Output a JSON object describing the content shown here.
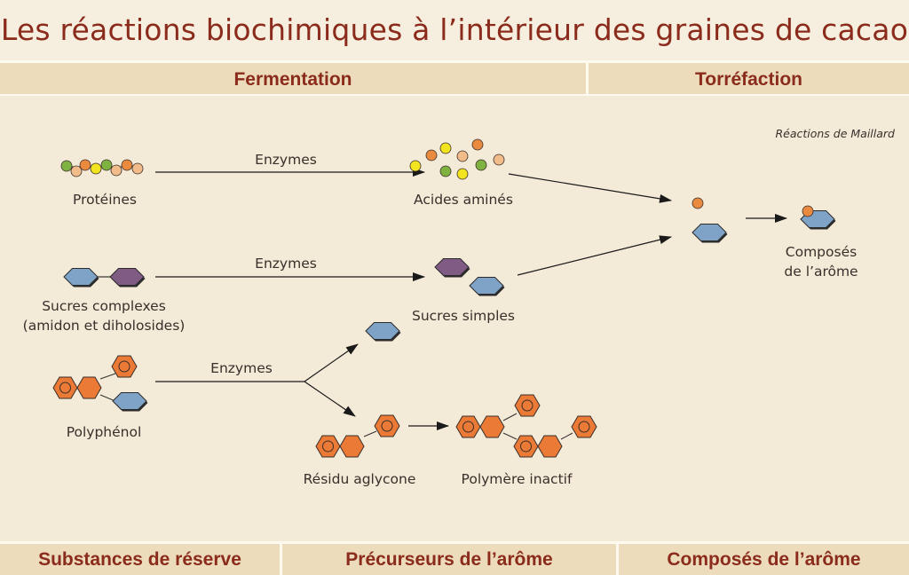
{
  "title": "Les réactions biochimiques à l’intérieur des graines de cacao",
  "header": {
    "fermentation": "Fermentation",
    "torrefaction": "Torréfaction"
  },
  "footer": {
    "substances": "Substances de réserve",
    "precurseurs": "Précurseurs de l’arôme",
    "composes": "Composés de l’arôme"
  },
  "labels": {
    "maillard": "Réactions de Maillard",
    "enzymes_1": "Enzymes",
    "enzymes_2": "Enzymes",
    "enzymes_3": "Enzymes",
    "proteines": "Protéines",
    "acides_amines": "Acides aminés",
    "sucres_complexes_1": "Sucres complexes",
    "sucres_complexes_2": "(amidon et diholosides)",
    "sucres_simples": "Sucres simples",
    "polyphenol": "Polyphénol",
    "residu_aglycone": "Résidu aglycone",
    "polymere_inactif": "Polymère inactif",
    "composes_1": "Composés",
    "composes_2": "de l’arôme"
  },
  "colors": {
    "title_text": "#8a2b1b",
    "background": "#f4ead8",
    "bar": "#ecdcbc",
    "green": "#7fb241",
    "yellow": "#f2e41f",
    "orange": "#ea8a3f",
    "peach": "#f2bc8a",
    "blue_hex": "#7ea3c6",
    "purple_hex": "#805b83",
    "orange_hex": "#ea7a35"
  }
}
